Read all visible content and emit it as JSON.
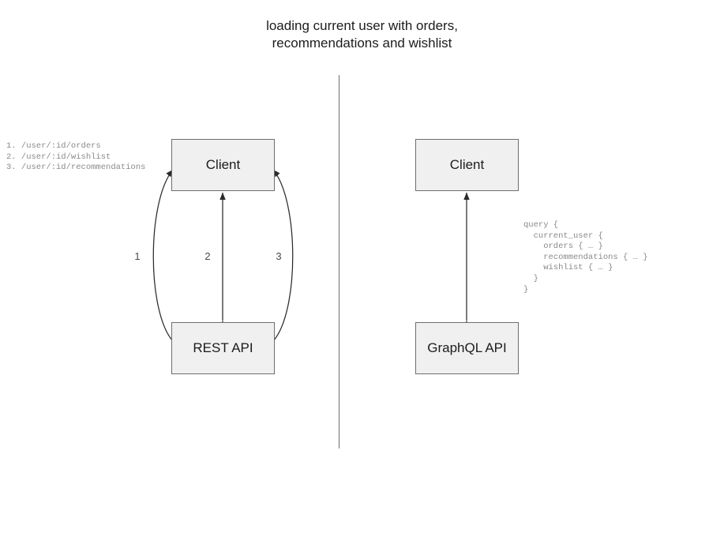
{
  "diagram": {
    "title": "loading current user with orders,\nrecommendations and wishlist",
    "left_panel": {
      "nodes": {
        "client": "Client",
        "api": "REST API"
      },
      "edge_labels": [
        "1",
        "2",
        "3"
      ],
      "endpoints_annotation": "1. /user/:id/orders\n2. /user/:id/wishlist\n3. /user/:id/recommendations"
    },
    "right_panel": {
      "nodes": {
        "client": "Client",
        "api": "GraphQL API"
      },
      "query_annotation": "query {\n  current_user {\n    orders { … }\n    recommendations { … }\n    wishlist { … }\n  }\n}"
    },
    "colors": {
      "box_fill": "#f0f0f0",
      "box_border": "#6e6e6e",
      "stroke": "#2b2b2b",
      "divider": "#6f6f6f",
      "code_text": "#8a8a8a",
      "title_text": "#1c1c1c"
    }
  }
}
